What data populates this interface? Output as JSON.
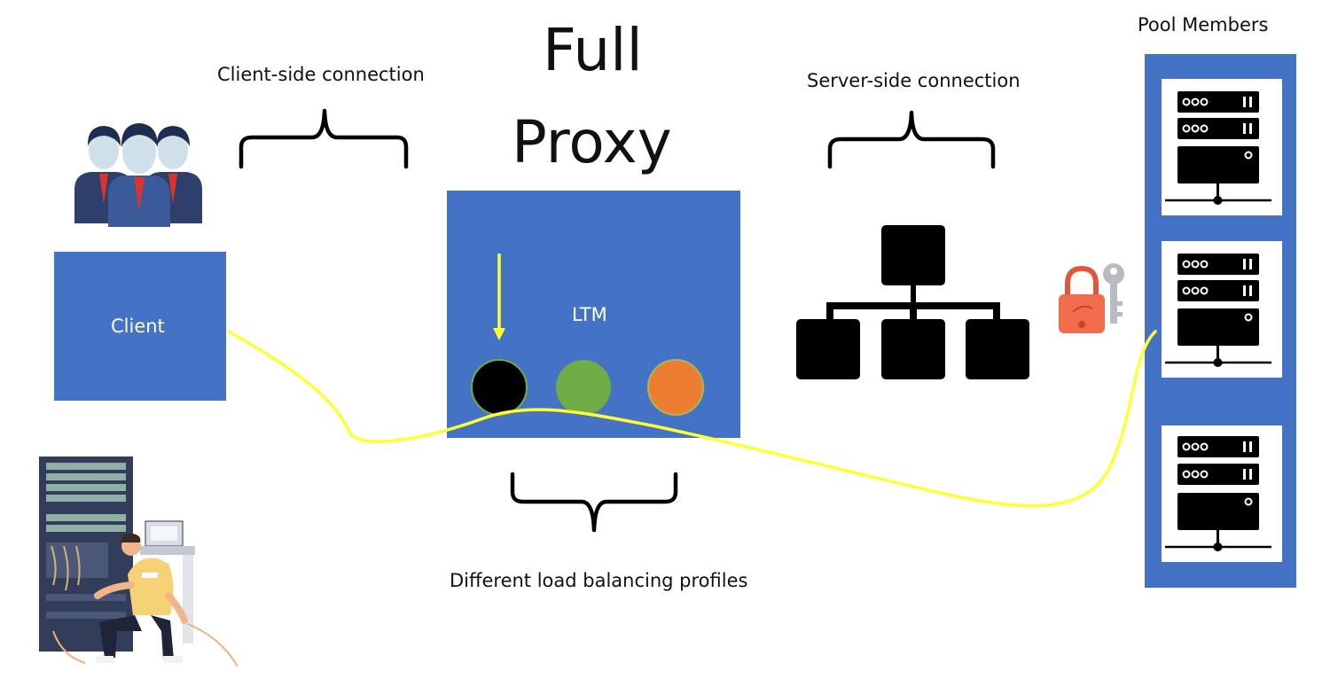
{
  "title": {
    "line1": "Full",
    "line2": "Proxy"
  },
  "labels": {
    "client_side": "Client-side connection",
    "server_side": "Server-side connection",
    "pool_members": "Pool Members",
    "load_balancing": "Different load balancing profiles"
  },
  "boxes": {
    "client": "Client",
    "ltm": "LTM"
  },
  "colors": {
    "box_blue": "#4472c4",
    "connection_line": "#ffff33",
    "profile_black": "#000000",
    "profile_green": "#70ad47",
    "profile_orange": "#ed7d31",
    "lock": "#f26b4a",
    "key": "#b8bcc2"
  },
  "icons": [
    "users-icon",
    "network-hierarchy-icon",
    "lock-key-icon",
    "server-icon",
    "technician-icon"
  ],
  "profiles": [
    "black",
    "green",
    "orange"
  ],
  "pool_member_count": 3
}
